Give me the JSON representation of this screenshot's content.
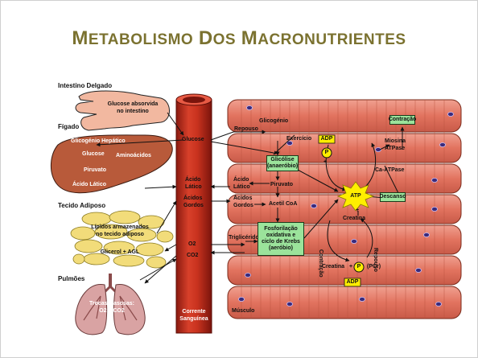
{
  "title": "Metabolismo dos Macronutrientes",
  "organs": {
    "intestine": "Intestino Delgado",
    "liver": "Fígado",
    "adipose": "Tecido Adiposo",
    "lungs": "Pulmões"
  },
  "labels": {
    "glucose_absorbed_1": "Glucose absorvida",
    "glucose_absorbed_2": "no intestino",
    "hepatic_glycogen": "Glicogénio Hepático",
    "liver_glucose": "Glucose",
    "amino_acids": "Aminoácidos",
    "pyruvate_liver": "Piruvato",
    "lactic_liver": "Ácido Lático",
    "lipids_1": "Lípidos armazenados",
    "lipids_2": "no tecido adiposo",
    "glycerol": "Glicerol + AGL",
    "gas_1": "Trocas Gasosas:",
    "gas_2": "O2 e CO2",
    "blood_glucose": "Glucose",
    "blood_lactic_1": "Ácido",
    "blood_lactic_2": "Lático",
    "blood_fatty_1": "Ácidos",
    "blood_fatty_2": "Gordos",
    "o2": "O2",
    "co2": "CO2",
    "bloodstream_1": "Corrente",
    "bloodstream_2": "Sanguínea",
    "rest": "Repouso",
    "glycogen": "Glicogénio",
    "exercise": "Exercício",
    "muscle_lactic_1": "Ácido",
    "muscle_lactic_2": "Lático",
    "pyruvate": "Piruvato",
    "muscle_fatty_1": "Ácidos",
    "muscle_fatty_2": "Gordos",
    "acetyl_coa": "Acetil CoA",
    "triglycerides": "Triglicéridos",
    "adp_top": "ADP",
    "p_top": "P",
    "atp": "ATP",
    "myosin_1": "Miosina",
    "myosin_2": "ATPase",
    "ca_atpase": "Ca-ATPase",
    "creatine_top": "Creatina",
    "contraction_vertical": "Contração",
    "rest_vertical": "Repouso",
    "creatine_bottom": "Creatina",
    "p_bottom": "P",
    "pcr": "(PCr)",
    "adp_bottom": "ADP",
    "muscle": "Músculo",
    "plus": "+"
  },
  "boxes": {
    "glycolysis_1": "Glicólise",
    "glycolysis_2": "(anaeróbio)",
    "oxphos_1": "Fosforilação",
    "oxphos_2": "oxidativa e",
    "oxphos_3": "ciclo de Krebs",
    "oxphos_4": "(aeróbio)",
    "contraction": "Contração",
    "rest": "Descanso"
  },
  "colors": {
    "title": "#7b7230",
    "vessel": "#c8321e",
    "muscle": "#e2735f",
    "liver": "#b85a3a",
    "intestine": "#f2b8a0",
    "fat": "#f2dc7a",
    "lung": "#d9a3a3",
    "box": "#9be39b",
    "atp_star": "#ffee00"
  }
}
